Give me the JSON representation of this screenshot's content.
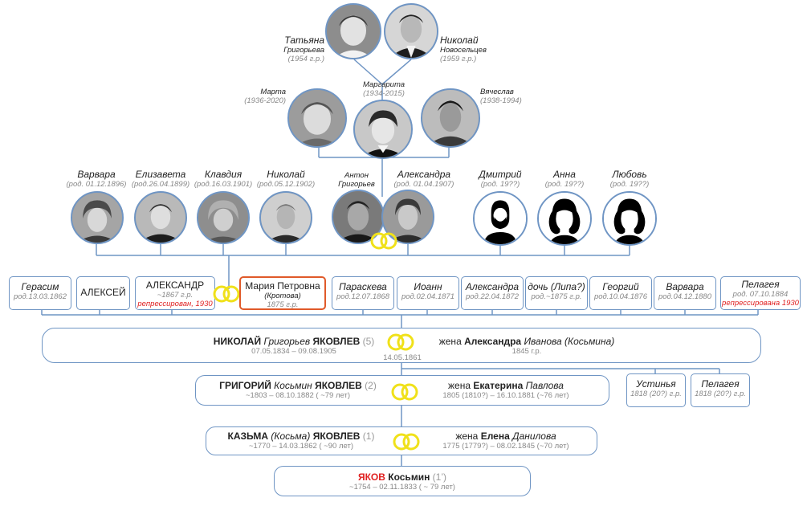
{
  "colors": {
    "line": "#6f95c4",
    "ring": "#f0e11a",
    "red": "#e02020",
    "redBorder": "#e05a2a"
  },
  "grandchildren": [
    {
      "first": "Татьяна",
      "last": "Григорьева",
      "dates": "(1954 г.р.)"
    },
    {
      "first": "Николай",
      "last": "Новосельцев",
      "dates": "(1959 г.р.)"
    }
  ],
  "children": [
    {
      "name": "Марта",
      "dates": "(1936-2020)"
    },
    {
      "name": "Маргарита",
      "dates": "(1934-2015)"
    },
    {
      "name": "Вячеслав",
      "dates": "(1938-1994)"
    }
  ],
  "gen6": [
    {
      "name": "Варвара",
      "dates": "(род. 01.12.1896)",
      "icon": "photo"
    },
    {
      "name": "Елизавета",
      "dates": "(род.26.04.1899)",
      "icon": "photo"
    },
    {
      "name": "Клавдия",
      "dates": "(род.16.03.1901)",
      "icon": "photo"
    },
    {
      "name": "Николай",
      "dates": "(род.05.12.1902)",
      "icon": "photo"
    },
    {
      "name": "Александра",
      "dates": "(род. 01.04.1907)",
      "icon": "photo"
    },
    {
      "name": "Дмитрий",
      "dates": "(род. 19??)",
      "icon": "male-silhouette-icon"
    },
    {
      "name": "Анна",
      "dates": "(род. 19??)",
      "icon": "female-silhouette-icon"
    },
    {
      "name": "Любовь",
      "dates": "(род. 19??)",
      "icon": "female-silhouette-icon"
    }
  ],
  "spouse_anton": {
    "first": "Антон",
    "last": "Григорьев"
  },
  "gen5": [
    {
      "name": "Герасим",
      "dates": "род.13.03.1862"
    },
    {
      "name": "АЛЕКСЕЙ",
      "dates": ""
    },
    {
      "name": "АЛЕКСАНДР",
      "dates": "~1867 г.р.",
      "note": "репрессирован, 1930"
    },
    {
      "name": "Мария Петровна",
      "maiden": "(Кротова)",
      "dates": "1875 г.р."
    },
    {
      "name": "Параскева",
      "dates": "род.12.07.1868"
    },
    {
      "name": "Иоанн",
      "dates": "род.02.04.1871"
    },
    {
      "name": "Александра",
      "dates": "род.22.04.1872"
    },
    {
      "name": "дочь (Липа?)",
      "dates": "род.~1875 г.р."
    },
    {
      "name": "Георгий",
      "dates": "род.10.04.1876"
    },
    {
      "name": "Варвара",
      "dates": "род.04.12.1880"
    },
    {
      "name": "Пелагея",
      "dates": "род. 07.10.1884",
      "note": "репрессирована 1930"
    }
  ],
  "gen4": {
    "first": "НИКОЛАЙ",
    "patronymic": "Григорьев",
    "last": "ЯКОВЛЕВ",
    "num": "(5)",
    "dates": "07.05.1834 – 09.08.1905",
    "wedding": "14.05.1861",
    "wife_prefix": "жена",
    "wife_first": "Александра",
    "wife_patronymic": "Иванова",
    "wife_maiden": "(Косьмина)",
    "wife_dates": "1845 г.р."
  },
  "gen3": {
    "first": "ГРИГОРИЙ",
    "patronymic": "Косьмин",
    "last": "ЯКОВЛЕВ",
    "num": "(2)",
    "dates": "~1803 – 08.10.1882 ( ~79 лет)",
    "wife_prefix": "жена",
    "wife_first": "Екатерина",
    "wife_patronymic": "Павлова",
    "wife_dates": "1805 (1810?) – 16.10.1881 (~76 лет)"
  },
  "gen3_sisters": [
    {
      "name": "Устинья",
      "dates": "1818 (20?) г.р."
    },
    {
      "name": "Пелагея",
      "dates": "1818 (20?) г.р."
    }
  ],
  "gen2": {
    "first": "КАЗЬМА",
    "alt": "(Косьма)",
    "last": "ЯКОВЛЕВ",
    "num": "(1)",
    "dates": "~1770 – 14.03.1862 ( ~90 лет)",
    "wife_prefix": "жена",
    "wife_first": "Елена",
    "wife_patronymic": "Данилова",
    "wife_dates": "1775 (1779?) – 08.02.1845 (~70 лет)"
  },
  "gen1": {
    "first": "ЯКОВ",
    "patronymic": "Косьмин",
    "num": "(1’)",
    "dates": "~1754 – 02.11.1833 ( ~ 79 лет)"
  }
}
